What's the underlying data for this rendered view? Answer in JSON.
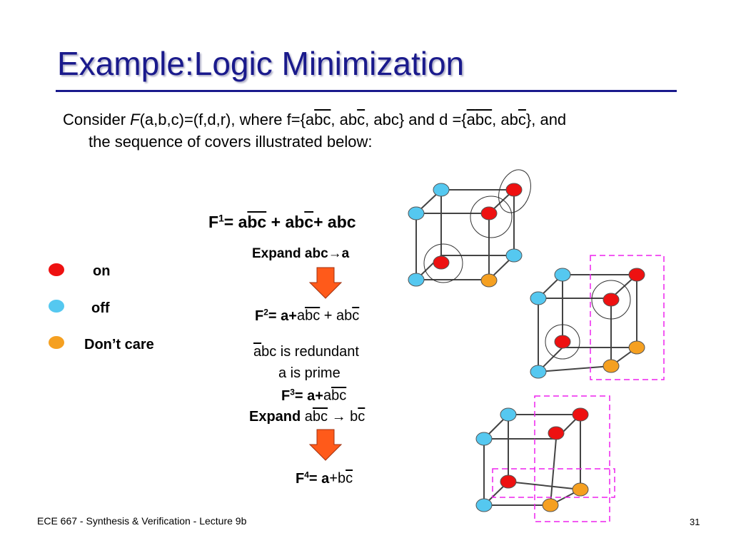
{
  "slide": {
    "title": "Example:Logic Minimization",
    "intro": {
      "p1": "Consider ",
      "fn": "F",
      "p2": "(a,b,c)=(f,d,r), where f={",
      "a1": "a",
      "bc1": "bc",
      "sep1": ", ",
      "ab2": "ab",
      "c2": "c",
      "sep2": ", abc} and d ={",
      "a3": "a",
      "bc3": "bc",
      "sep3": ", ",
      "ab4": "ab",
      "c4": "c",
      "p3": "}, and",
      "line2": "the sequence of covers illustrated below:"
    },
    "f1": {
      "label": "F",
      "sup": "1",
      "eq": "= ",
      "a": "a",
      "bc": "bc",
      "plus1": " + ",
      "ab": "ab",
      "c": "c",
      "rest": "+ abc"
    },
    "expand1": {
      "text": "Expand abc",
      "arrow": "→",
      "target": "a"
    },
    "f2": {
      "label": "F",
      "sup": "2",
      "eq": "= a+",
      "a": "a",
      "bc": "bc",
      "plus": " + ",
      "ab": "ab",
      "c": "c"
    },
    "redundant": {
      "a": "a",
      "bc": "bc",
      "rest": " is redundant"
    },
    "prime": "a is prime",
    "f3": {
      "label": "F",
      "sup": "3",
      "eq": "= a+",
      "a": "a",
      "bc": "bc"
    },
    "expand2": {
      "label": "Expand ",
      "a": "a",
      "bc": "bc",
      "arrow": " → ",
      "b": "b",
      "c": "c"
    },
    "f4": {
      "label": "F",
      "sup": "4",
      "eq": "= a",
      "plus": "+",
      "b": "b",
      "c": "c"
    },
    "legend": [
      {
        "label": "on",
        "color": "#ee1111"
      },
      {
        "label": "off",
        "color": "#55c8f0"
      },
      {
        "label": "Don’t care",
        "color": "#f5a021"
      }
    ],
    "footer": "ECE 667 - Synthesis & Verification - Lecture 9b",
    "page_number": "31",
    "colors": {
      "title": "#1a1a8c",
      "arrow_fill": "#ff5a1a",
      "dashed_box": "#ee22ee"
    }
  }
}
